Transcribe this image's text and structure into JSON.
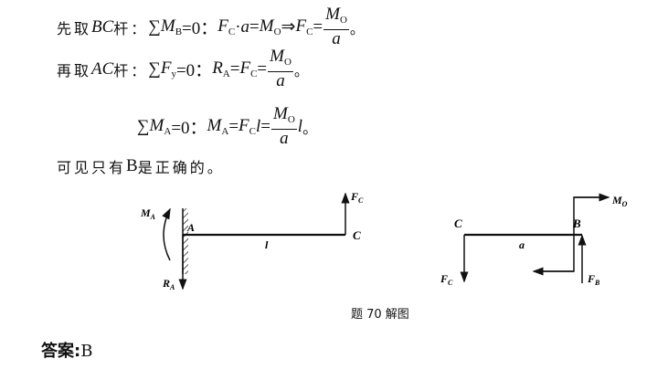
{
  "solution": {
    "lines": [
      [
        {
          "t": "先取 ",
          "c": "cj"
        },
        {
          "t": "BC",
          "c": "it"
        },
        {
          "t": " 杆：",
          "c": "cj"
        },
        {
          "t": "∑",
          "c": "rm"
        },
        {
          "t": "M",
          "c": "it",
          "sub": "B"
        },
        {
          "t": "=0：",
          "c": "rm"
        },
        {
          "t": "F",
          "c": "it",
          "sub": "C"
        },
        {
          "t": " · ",
          "c": "rm"
        },
        {
          "t": "a",
          "c": "it"
        },
        {
          "t": "=",
          "c": "rm"
        },
        {
          "t": "M",
          "c": "it",
          "sub": "O"
        },
        {
          "t": "⇒",
          "c": "rm"
        },
        {
          "t": "F",
          "c": "it",
          "sub": "C"
        },
        {
          "t": "=",
          "c": "rm"
        },
        {
          "frac": {
            "num": "M",
            "num_sub": "O",
            "den": "a"
          }
        },
        {
          "t": "。",
          "c": "cj"
        }
      ],
      [
        {
          "t": "再取 ",
          "c": "cj"
        },
        {
          "t": "AC",
          "c": "it"
        },
        {
          "t": " 杆：",
          "c": "cj"
        },
        {
          "t": "∑",
          "c": "rm"
        },
        {
          "t": "F",
          "c": "it",
          "sub": "y"
        },
        {
          "t": "=0：",
          "c": "rm"
        },
        {
          "t": "R",
          "c": "it",
          "sub": "A"
        },
        {
          "t": "=",
          "c": "rm"
        },
        {
          "t": "F",
          "c": "it",
          "sub": "C"
        },
        {
          "t": "=",
          "c": "rm"
        },
        {
          "frac": {
            "num": "M",
            "num_sub": "O",
            "den": "a"
          }
        },
        {
          "t": "。",
          "c": "cj"
        }
      ],
      [
        {
          "t": "∑",
          "c": "rm"
        },
        {
          "t": "M",
          "c": "it",
          "sub": "A"
        },
        {
          "t": "=0：",
          "c": "rm"
        },
        {
          "t": "M",
          "c": "it",
          "sub": "A"
        },
        {
          "t": "=",
          "c": "rm"
        },
        {
          "t": "F",
          "c": "it",
          "sub": "C"
        },
        {
          "t": "l",
          "c": "it"
        },
        {
          "t": "=",
          "c": "rm"
        },
        {
          "frac": {
            "num": "M",
            "num_sub": "O",
            "den": "a"
          }
        },
        {
          "t": "l",
          "c": "it"
        },
        {
          "t": "。",
          "c": "cj"
        }
      ],
      [
        {
          "t": "可见只有 ",
          "c": "cj"
        },
        {
          "t": "B",
          "c": "rm"
        },
        {
          "t": " 是正确的。",
          "c": "cj"
        }
      ]
    ]
  },
  "figure": {
    "left": {
      "M": "M",
      "M_sub": "A",
      "A": "A",
      "l": "l",
      "C": "C",
      "F": "F",
      "F_sub": "C",
      "R": "R",
      "R_sub": "A"
    },
    "right": {
      "C": "C",
      "B": "B",
      "a": "a",
      "M": "M",
      "M_sub": "O",
      "Fc": "F",
      "Fc_sub": "C",
      "Fb": "F",
      "Fb_sub": "B"
    },
    "caption": "题 70 解图"
  },
  "answer": {
    "label": "答案:",
    "value": "B"
  }
}
